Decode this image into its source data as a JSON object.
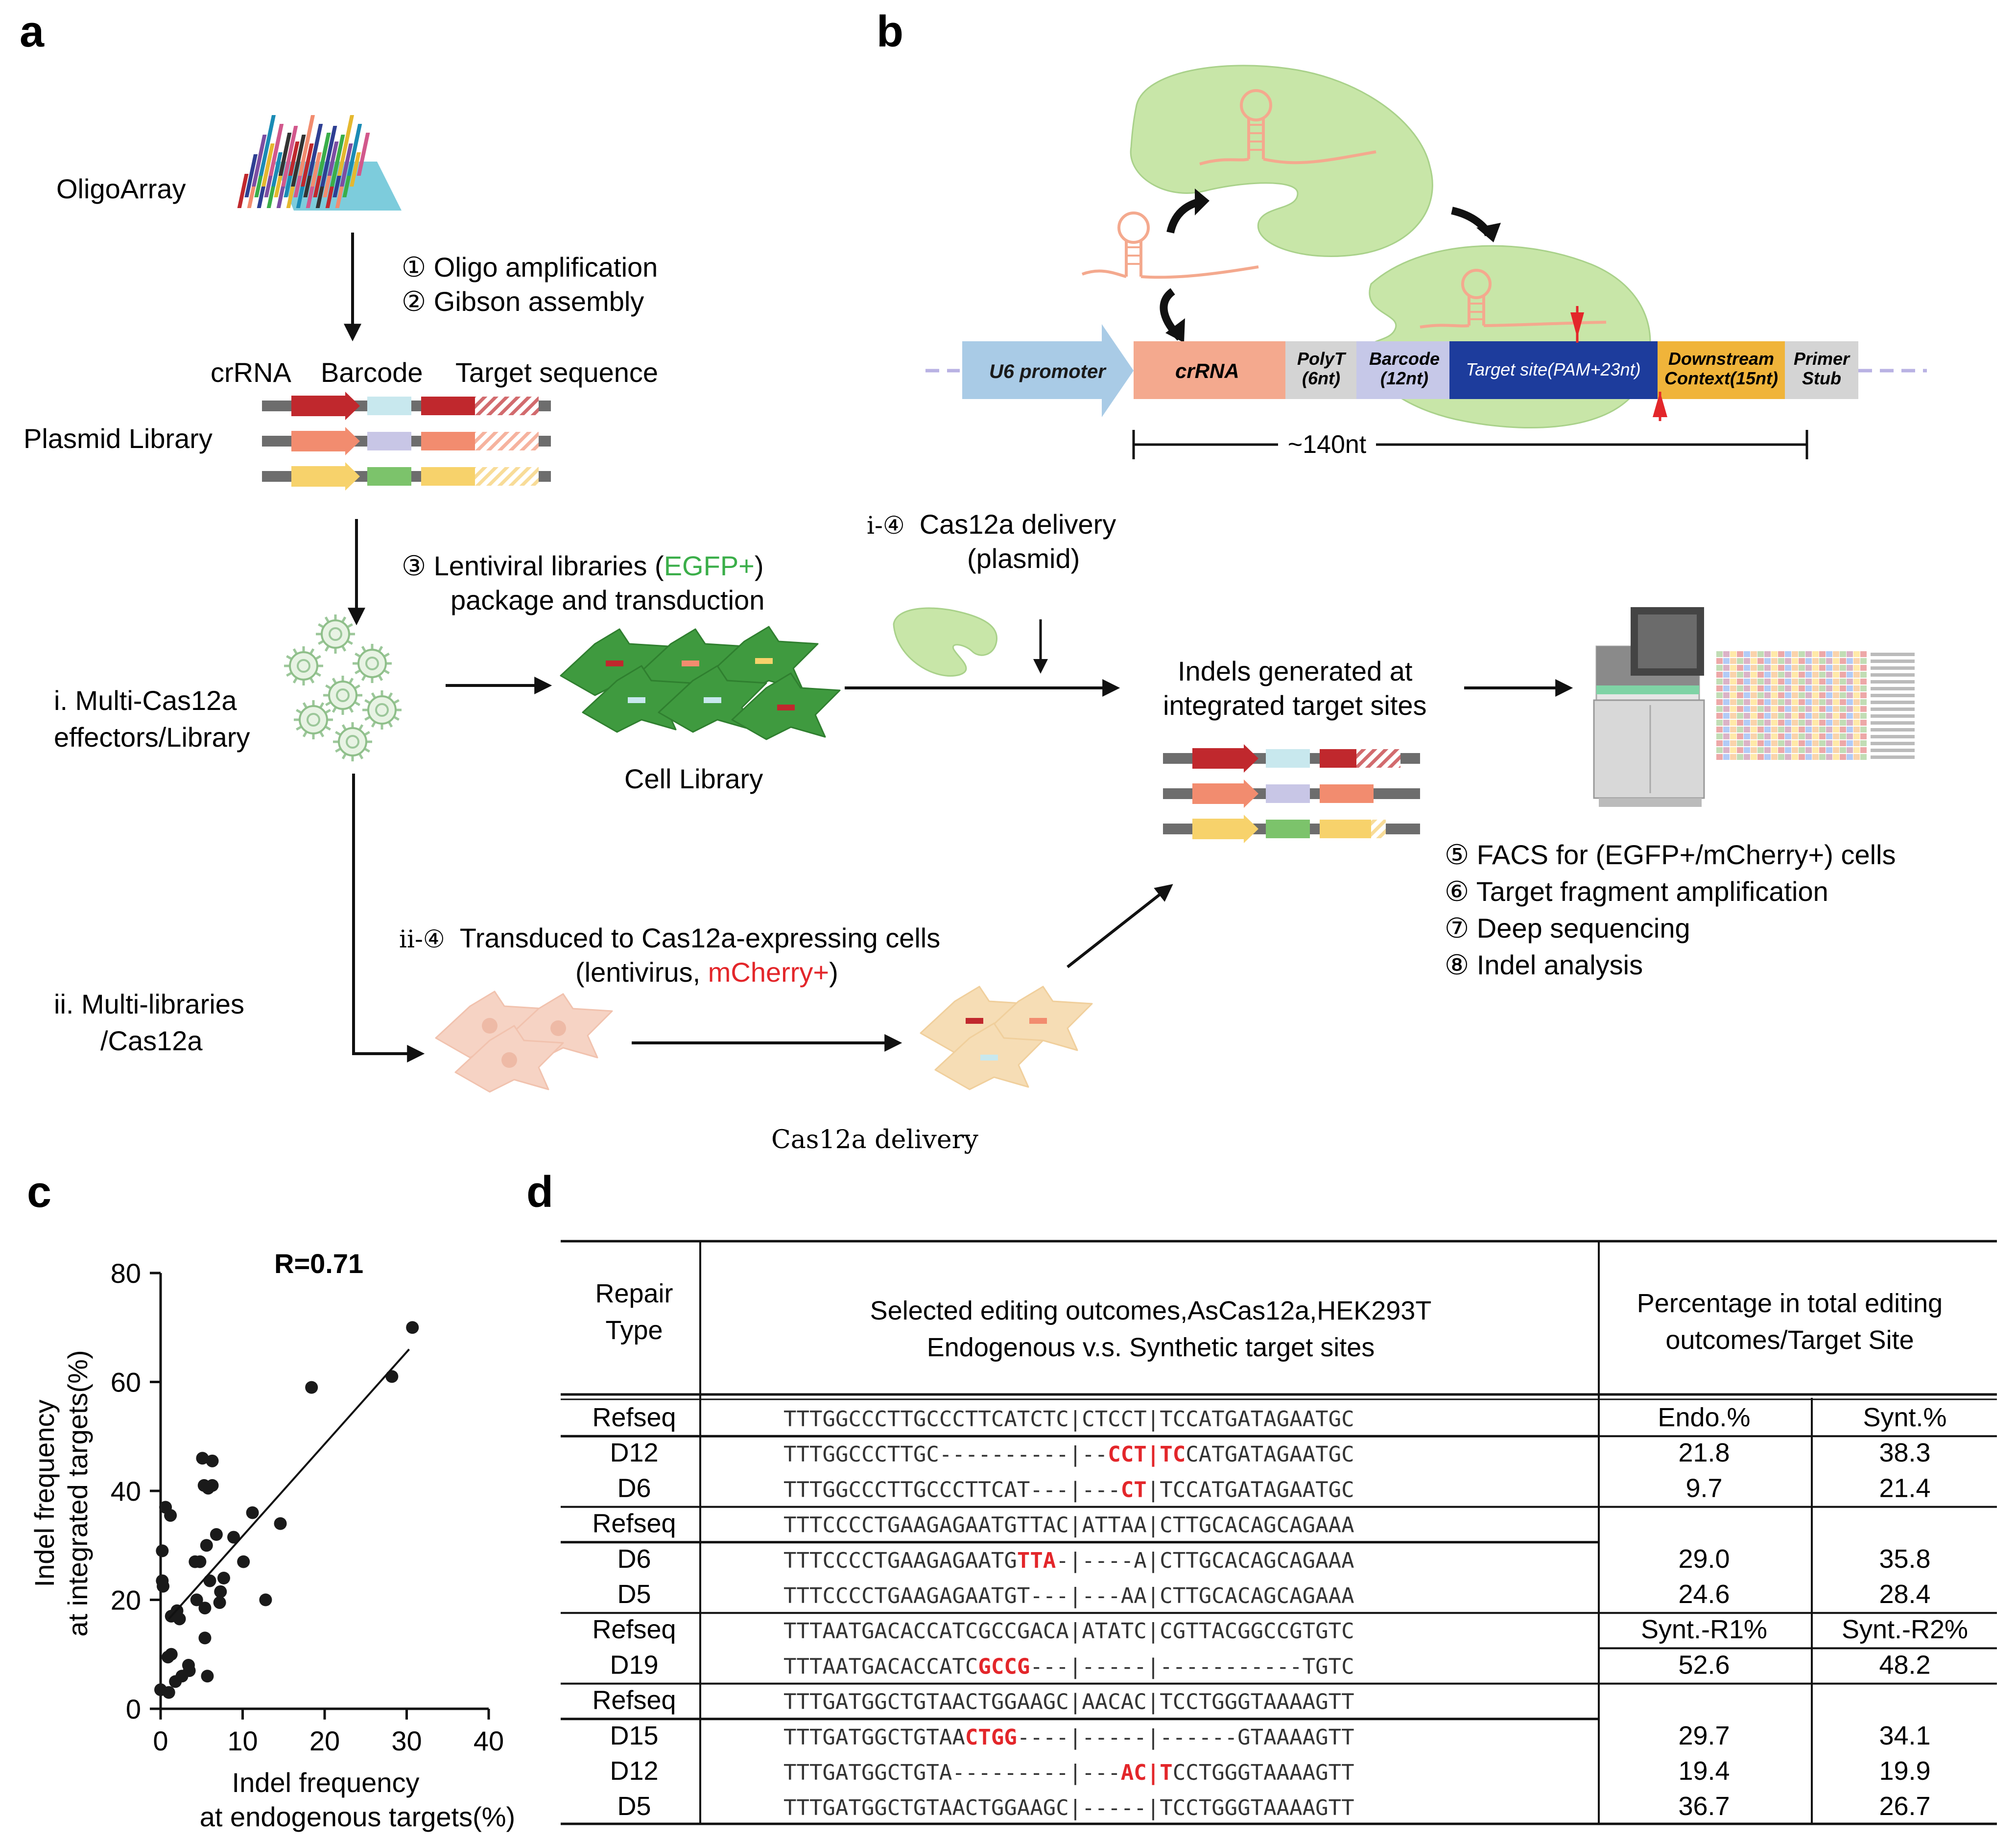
{
  "panels": {
    "a": "a",
    "b": "b",
    "c": "c",
    "d": "d"
  },
  "colors": {
    "dark_red": "#c0282d",
    "salmon": "#f28c6f",
    "yellow": "#f7d26b",
    "cyan_bar": "#c8e8ee",
    "lavender_bar": "#c8c6e6",
    "green_bar": "#7cc36b",
    "cas_green": "#c8e6a8",
    "egfp_green": "#3aae49",
    "mcherry_red": "#e3262a",
    "u6_blue": "#a9cbe6",
    "crrna_salmon": "#f4a98e",
    "polyt_grey": "#d4d4d4",
    "barcode_lav": "#c6c8e8",
    "target_navy": "#1d3c9c",
    "downstream_gold": "#f0b43a",
    "edit_red": "#e3262a"
  },
  "icons": {
    "oligo_array": "oligo-array-icon",
    "virus": "virus-icon",
    "cell": "cell-icon",
    "cas12a": "cas12a-protein-icon",
    "sequencer": "sequencer-icon",
    "hairpin": "crrna-hairpin-icon"
  },
  "panel_a": {
    "oligoarray": "OligoArray",
    "step1": "①  Oligo amplification",
    "step2": "②  Gibson assembly",
    "crrna": "crRNA",
    "barcode": "Barcode",
    "target_sequence": "Target sequence",
    "plasmid_library": "Plasmid Library",
    "step3_a": "③  Lentiviral libraries (",
    "step3_egfp": "EGFP+",
    "step3_b": ")",
    "step3_line2": "package  and transduction",
    "route_i_1": "i. Multi-Cas12a",
    "route_i_2": "effectors/Library",
    "cell_library": "Cell Library",
    "i4_prefix": "i-④",
    "i4_text": "Cas12a delivery",
    "i4_line2": "(plasmid)",
    "indels_1": "Indels generated at",
    "indels_2": "integrated target sites",
    "ii4_prefix": "ii-④",
    "ii4_text": "Transduced to Cas12a-expressing cells",
    "ii4_line2_a": "(lentivirus, ",
    "ii4_mcherry": "mCherry+",
    "ii4_line2_b": ")",
    "route_ii_1": "ii. Multi-libraries",
    "route_ii_2": "/Cas12a",
    "cas12a_delivery": "Cas12a delivery",
    "step5": "⑤  FACS for (EGFP+/mCherry+) cells",
    "step6": "⑥  Target fragment amplification",
    "step7": "⑦  Deep sequencing",
    "step8": "⑧  Indel analysis"
  },
  "panel_b": {
    "u6": "U6 promoter",
    "crrna": "crRNA",
    "polyt_1": "PolyT",
    "polyt_2": "(6nt)",
    "barcode_1": "Barcode",
    "barcode_2": "(12nt)",
    "target": "Target site(PAM+23nt)",
    "downstream_1": "Downstream",
    "downstream_2": "Context(15nt)",
    "primer_1": "Primer",
    "primer_2": "Stub",
    "length": "~140nt"
  },
  "panel_c": {
    "r_label": "R=0.71",
    "ylabel_1": "Indel frequency",
    "ylabel_2": "at integrated targets(%)",
    "xlabel_1": "Indel frequency",
    "xlabel_2": "at endogenous targets(%)",
    "xticks": [
      "0",
      "10",
      "20",
      "30",
      "40"
    ],
    "yticks": [
      "0",
      "20",
      "40",
      "60",
      "80"
    ]
  },
  "chart_data": {
    "type": "scatter",
    "title": "",
    "annotation": "R=0.71",
    "xlabel": "Indel frequency at endogenous targets(%)",
    "ylabel": "Indel frequency at integrated targets(%)",
    "xlim": [
      0,
      40
    ],
    "ylim": [
      0,
      80
    ],
    "xticks": [
      0,
      10,
      20,
      30,
      40
    ],
    "yticks": [
      0,
      20,
      40,
      60,
      80
    ],
    "grid": false,
    "points": [
      [
        0.0,
        3.5
      ],
      [
        0.2,
        23.5
      ],
      [
        0.2,
        29
      ],
      [
        0.3,
        22.5
      ],
      [
        0.6,
        37
      ],
      [
        0.9,
        9.5
      ],
      [
        1.0,
        3
      ],
      [
        1.2,
        35.5
      ],
      [
        1.3,
        10
      ],
      [
        1.3,
        17
      ],
      [
        1.8,
        5
      ],
      [
        2.0,
        18
      ],
      [
        2.3,
        16.5
      ],
      [
        2.6,
        6
      ],
      [
        3.4,
        8
      ],
      [
        3.5,
        7
      ],
      [
        4.2,
        27
      ],
      [
        4.4,
        20
      ],
      [
        4.8,
        27
      ],
      [
        5.1,
        46
      ],
      [
        5.3,
        41
      ],
      [
        5.4,
        18.5
      ],
      [
        5.4,
        13
      ],
      [
        5.6,
        30
      ],
      [
        5.7,
        6
      ],
      [
        5.8,
        40.5
      ],
      [
        6.0,
        23.5
      ],
      [
        6.3,
        45.5
      ],
      [
        6.3,
        41
      ],
      [
        6.8,
        32
      ],
      [
        7.2,
        19.5
      ],
      [
        7.3,
        21.5
      ],
      [
        7.7,
        24
      ],
      [
        8.9,
        31.5
      ],
      [
        10.1,
        27
      ],
      [
        11.2,
        36
      ],
      [
        12.8,
        20
      ],
      [
        14.6,
        34
      ],
      [
        18.4,
        59
      ],
      [
        28.2,
        61
      ],
      [
        30.7,
        70
      ]
    ],
    "fit_line": {
      "x": [
        1.0,
        30.3
      ],
      "y": [
        16.5,
        66
      ]
    }
  },
  "panel_d": {
    "header": {
      "repair_type_1": "Repair",
      "repair_type_2": "Type",
      "outcomes_1": "Selected editing outcomes,AsCas12a,HEK293T",
      "outcomes_2": "Endogenous v.s. Synthetic target sites",
      "percentage_1": "Percentage in total editing",
      "percentage_2": "outcomes/Target Site"
    },
    "rows": [
      {
        "type": "Refseq",
        "seq": [
          [
            "TTTGGCCCTTGCCCTTCATCTC|CTCCT|TCCATGATAGAATGC",
            0
          ]
        ],
        "endo": "Endo.%",
        "synt": "Synt.%"
      },
      {
        "type": "D12",
        "seq": [
          [
            "TTTGGCCCTTGC----------|--",
            0
          ],
          [
            "CCT|TC",
            1
          ],
          [
            "CATGATAGAATGC",
            0
          ]
        ],
        "endo": "21.8",
        "synt": "38.3"
      },
      {
        "type": "D6",
        "seq": [
          [
            "TTTGGCCCTTGCCCTTCAT---|---",
            0
          ],
          [
            "CT",
            1
          ],
          [
            "|TCCATGATAGAATGC",
            0
          ]
        ],
        "endo": "9.7",
        "synt": "21.4"
      },
      {
        "type": "Refseq",
        "seq": [
          [
            "TTTCCCCTGAAGAGAATGTTAC|ATTAA|CTTGCACAGCAGAAA",
            0
          ]
        ],
        "endo": "",
        "synt": ""
      },
      {
        "type": "D6",
        "seq": [
          [
            "TTTCCCCTGAAGAGAATG",
            0
          ],
          [
            "TTA",
            1
          ],
          [
            "-|----A|CTTGCACAGCAGAAA",
            0
          ]
        ],
        "endo": "29.0",
        "synt": "35.8"
      },
      {
        "type": "D5",
        "seq": [
          [
            "TTTCCCCTGAAGAGAATGT---|---AA|CTTGCACAGCAGAAA",
            0
          ]
        ],
        "endo": "24.6",
        "synt": "28.4"
      },
      {
        "type": "Refseq",
        "seq": [
          [
            "TTTAATGACACCATCGCCGACA|ATATC|CGTTACGGCCGTGTC",
            0
          ]
        ],
        "endo": "Synt.-R1%",
        "synt": "Synt.-R2%"
      },
      {
        "type": "D19",
        "seq": [
          [
            "TTTAATGACACCATC",
            0
          ],
          [
            "GCCG",
            1
          ],
          [
            "---|-----|-----------TGTC",
            0
          ]
        ],
        "endo": "52.6",
        "synt": "48.2"
      },
      {
        "type": "Refseq",
        "seq": [
          [
            "TTTGATGGCTGTAACTGGAAGC|AACAC|TCCTGGGTAAAAGTT",
            0
          ]
        ],
        "endo": "",
        "synt": ""
      },
      {
        "type": "D15",
        "seq": [
          [
            "TTTGATGGCTGTAA",
            0
          ],
          [
            "CTGG",
            1
          ],
          [
            "----|-----|------GTAAAAGTT",
            0
          ]
        ],
        "endo": "29.7",
        "synt": "34.1"
      },
      {
        "type": "D12",
        "seq": [
          [
            "TTTGATGGCTGTA---------|---",
            0
          ],
          [
            "AC|T",
            1
          ],
          [
            "CCTGGGTAAAAGTT",
            0
          ]
        ],
        "endo": "19.4",
        "synt": "19.9"
      },
      {
        "type": "D5",
        "seq": [
          [
            "TTTGATGGCTGTAACTGGAAGC|-----|TCCTGGGTAAAAGTT",
            0
          ]
        ],
        "endo": "36.7",
        "synt": "26.7"
      }
    ]
  }
}
